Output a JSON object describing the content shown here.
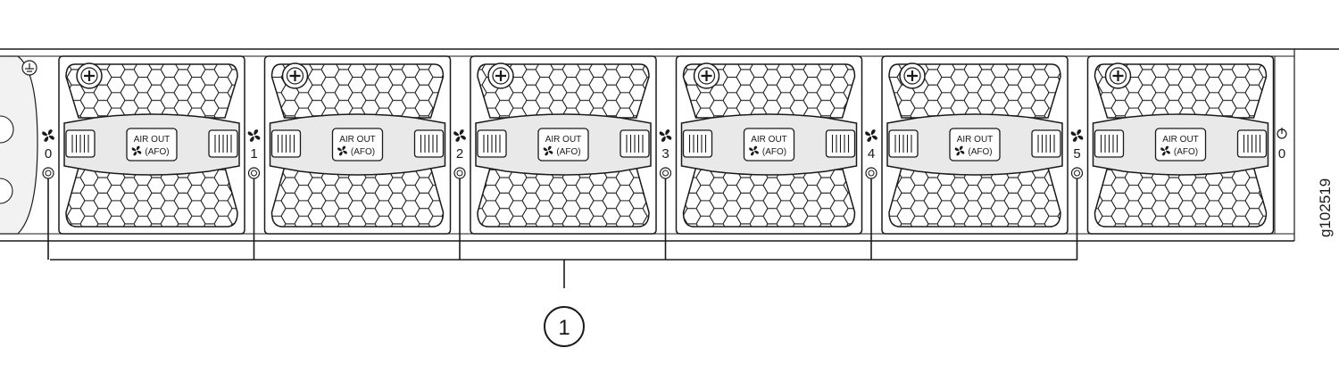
{
  "figure_id": "g102519",
  "fan_modules": [
    {
      "slot": "0",
      "label_line1": "AIR OUT",
      "label_line2": "(AFO)",
      "icon": "fan-icon"
    },
    {
      "slot": "1",
      "label_line1": "AIR OUT",
      "label_line2": "(AFO)",
      "icon": "fan-icon"
    },
    {
      "slot": "2",
      "label_line1": "AIR OUT",
      "label_line2": "(AFO)",
      "icon": "fan-icon"
    },
    {
      "slot": "3",
      "label_line1": "AIR OUT",
      "label_line2": "(AFO)",
      "icon": "fan-icon"
    },
    {
      "slot": "4",
      "label_line1": "AIR OUT",
      "label_line2": "(AFO)",
      "icon": "fan-icon"
    },
    {
      "slot": "5",
      "label_line1": "AIR OUT",
      "label_line2": "(AFO)",
      "icon": "fan-icon"
    }
  ],
  "right_port_label": "0",
  "callout": {
    "number": "1"
  },
  "colors": {
    "line": "#1a1a1a",
    "metal": "#e9e9e9",
    "background": "#ffffff"
  }
}
